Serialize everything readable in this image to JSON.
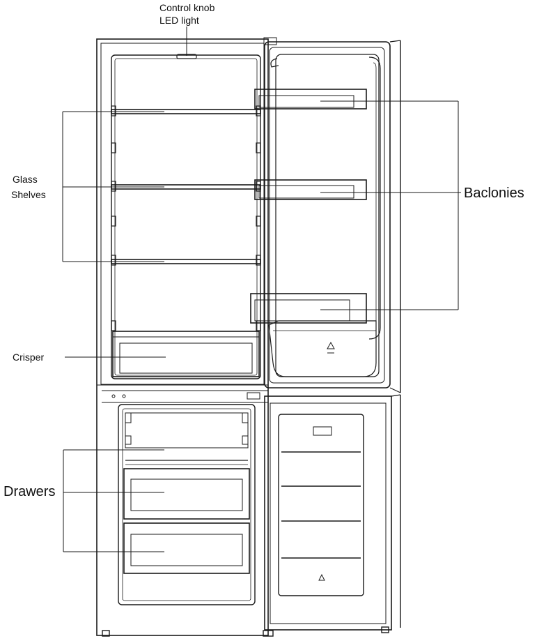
{
  "labels": {
    "control_knob": "Control knob",
    "led_light": "LED light",
    "glass": "Glass",
    "shelves": "Shelves",
    "crisper": "Crisper",
    "drawers": "Drawers",
    "balconies": "Baclonies"
  }
}
